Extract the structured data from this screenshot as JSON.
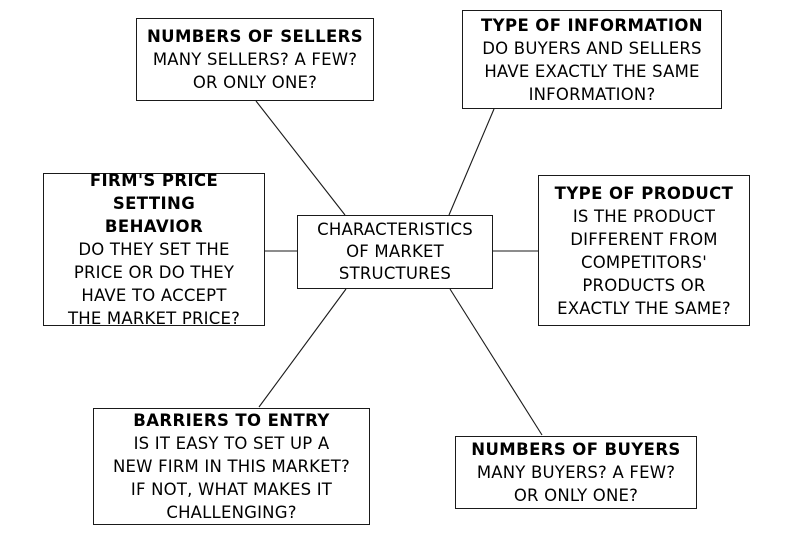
{
  "diagram": {
    "center": {
      "name": "characteristics-of-market-structures",
      "text": "CHARACTERISTICS\nOF MARKET\nSTRUCTURES"
    },
    "nodes": [
      {
        "id": "sellers",
        "title": "NUMBERS OF SELLERS",
        "body": "MANY SELLERS? A FEW?\nOR ONLY ONE?"
      },
      {
        "id": "information",
        "title": "TYPE OF INFORMATION",
        "body": "DO BUYERS AND SELLERS\nHAVE EXACTLY THE SAME\nINFORMATION?"
      },
      {
        "id": "price",
        "title": "FIRM'S PRICE SETTING\nBEHAVIOR",
        "body": "DO THEY SET THE\nPRICE OR DO THEY\nHAVE TO ACCEPT\nTHE MARKET PRICE?"
      },
      {
        "id": "product",
        "title": "TYPE OF PRODUCT",
        "body": "IS THE PRODUCT\nDIFFERENT FROM\nCOMPETITORS'\nPRODUCTS OR\nEXACTLY THE SAME?"
      },
      {
        "id": "barriers",
        "title": "BARRIERS TO ENTRY",
        "body": "IS IT EASY TO SET UP A\nNEW FIRM IN THIS MARKET?\nIF NOT, WHAT MAKES IT\nCHALLENGING?"
      },
      {
        "id": "buyers",
        "title": "NUMBERS OF BUYERS",
        "body": "MANY BUYERS? A FEW?\nOR ONLY ONE?"
      }
    ],
    "colors": {
      "line": "#1a1a1a",
      "background": "#ffffff",
      "text": "#000000"
    }
  }
}
